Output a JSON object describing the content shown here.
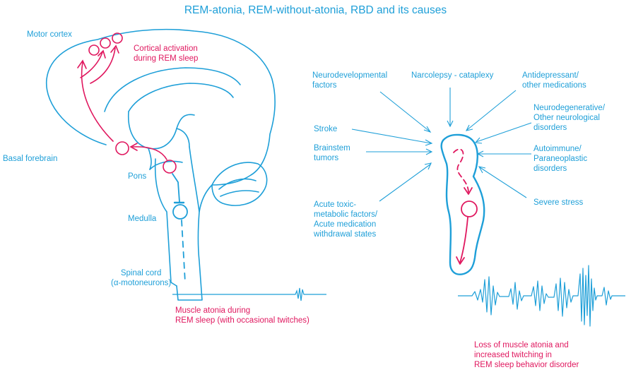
{
  "title": "REM-atonia, REM-without-atonia, RBD and its causes",
  "colors": {
    "blue": "#1e9fd8",
    "red": "#e0185f"
  },
  "brain": {
    "motor_cortex": "Motor cortex",
    "cortical_activation": "Cortical activation\nduring REM sleep",
    "basal_forebrain": "Basal forebrain",
    "pons": "Pons",
    "medulla": "Medulla",
    "spinal_cord": "Spinal cord\n(α-motoneurons)",
    "muscle_atonia": "Muscle atonia during\nREM sleep (with occasional twitches)"
  },
  "causes": {
    "neurodevelopmental": "Neurodevelopmental\nfactors",
    "narcolepsy": "Narcolepsy - cataplexy",
    "antidepressant": "Antidepressant/\nother medications",
    "stroke": "Stroke",
    "neurodegenerative": "Neurodegenerative/\nOther neurological\ndisorders",
    "brainstem_tumors": "Brainstem\ntumors",
    "autoimmune": "Autoimmune/\nParaneoplastic\ndisorders",
    "acute_toxic": "Acute toxic-\nmetabolic factors/\nAcute medication\nwithdrawal states",
    "severe_stress": "Severe stress"
  },
  "rbd_label": "Loss of muscle atonia and\nincreased twitching in\nREM sleep behavior disorder"
}
